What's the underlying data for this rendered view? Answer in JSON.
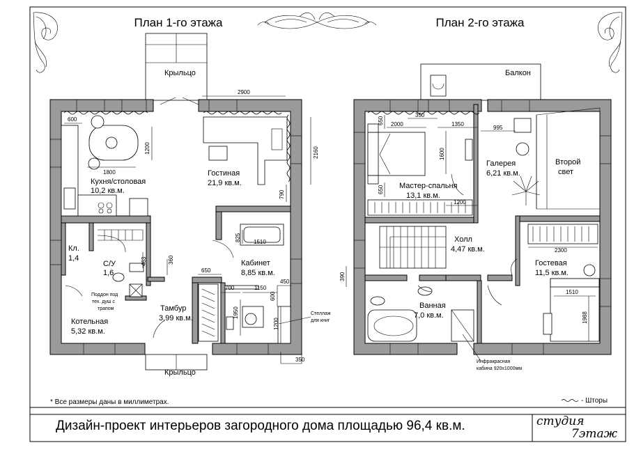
{
  "titles": {
    "floor1": "План 1-го этажа",
    "floor2": "План 2-го этажа"
  },
  "floor1": {
    "porch_top": "Крыльцо",
    "porch_bottom": "Крыльцо",
    "kitchen": {
      "name": "Кухня/столовая",
      "area": "10,2 кв.м."
    },
    "living": {
      "name": "Гостиная",
      "area": "21,9 кв.м."
    },
    "closet": {
      "name": "Кл.",
      "area": "1,4"
    },
    "bath": {
      "name": "С/У",
      "area": "1,6"
    },
    "boiler": {
      "name": "Котельная",
      "area": "5,32 кв.м."
    },
    "vestibule": {
      "name": "Тамбур",
      "area": "3,99 кв.м."
    },
    "office": {
      "name": "Кабинет",
      "area": "8,85 кв.м."
    },
    "shower_note": [
      "Поддон под",
      "тех. душ с",
      "трапом"
    ],
    "shelf_note": [
      "Стеллаж",
      "для книг"
    ],
    "dims": {
      "d600": "600",
      "d1200a": "1200",
      "d1800": "1800",
      "d2900": "2900",
      "d2160": "2160",
      "d790": "790",
      "d825": "825",
      "d1510": "1510",
      "d463": "463",
      "d360": "360",
      "d650": "650",
      "d700": "700",
      "d1150": "1150",
      "d450": "450",
      "d600b": "600",
      "d1950": "1950",
      "d1200b": "1200",
      "d350": "350"
    }
  },
  "floor2": {
    "balcony": "Балкон",
    "master": {
      "name": "Мастер-спальня",
      "area": "13,1 кв.м."
    },
    "gallery": {
      "name": "Галерея",
      "area": "6,21 кв.м."
    },
    "second_light": [
      "Второй",
      "свет"
    ],
    "hall": {
      "name": "Холл",
      "area": "4,47 кв.м."
    },
    "guest": {
      "name": "Гостевая",
      "area": "11,5 кв.м."
    },
    "bath": {
      "name": "Ванная",
      "area": "7,0 кв.м."
    },
    "ir_cabin": [
      "Инфракрасная",
      "кабина 920х1000мм"
    ],
    "dims": {
      "d650a": "650",
      "d2000": "2000",
      "d350": "350",
      "d1350": "1350",
      "d995": "995",
      "d1600": "1600",
      "d650b": "650",
      "d1200": "1200",
      "d2300": "2300",
      "d1510": "1510",
      "d1988": "1988",
      "d390": "390"
    }
  },
  "footer": {
    "note": "* Все размеры даны в миллиметрах.",
    "legend": "- Шторы",
    "title": "Дизайн-проект интерьеров загородного дома площадью 96,4 кв.м.",
    "logo_line1": "студия",
    "logo_line2": "7этаж"
  },
  "icons": [
    "ornament-icon",
    "curtain-icon"
  ]
}
